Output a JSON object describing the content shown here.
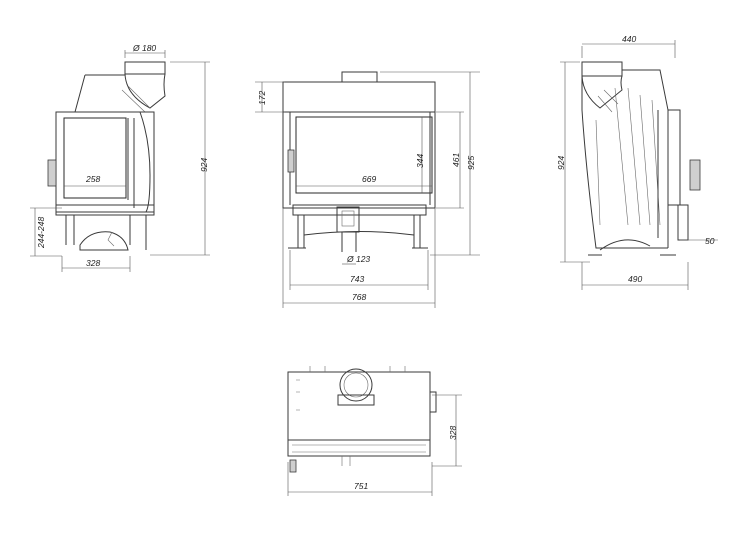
{
  "side_view_left": {
    "flue_diameter": "Ø 180",
    "height": "924",
    "door_width": "258",
    "leg_range": "244-248",
    "depth": "328"
  },
  "front_view": {
    "top_height": "172",
    "total_height": "925",
    "glass_height": "461",
    "opening_height": "344",
    "glass_width": "669",
    "air_inlet_diameter": "Ø 123",
    "inner_width": "743",
    "total_width": "768"
  },
  "side_view_right": {
    "top_depth": "440",
    "height": "924",
    "offset": "50",
    "depth": "490"
  },
  "top_view": {
    "depth": "328",
    "width": "751"
  }
}
